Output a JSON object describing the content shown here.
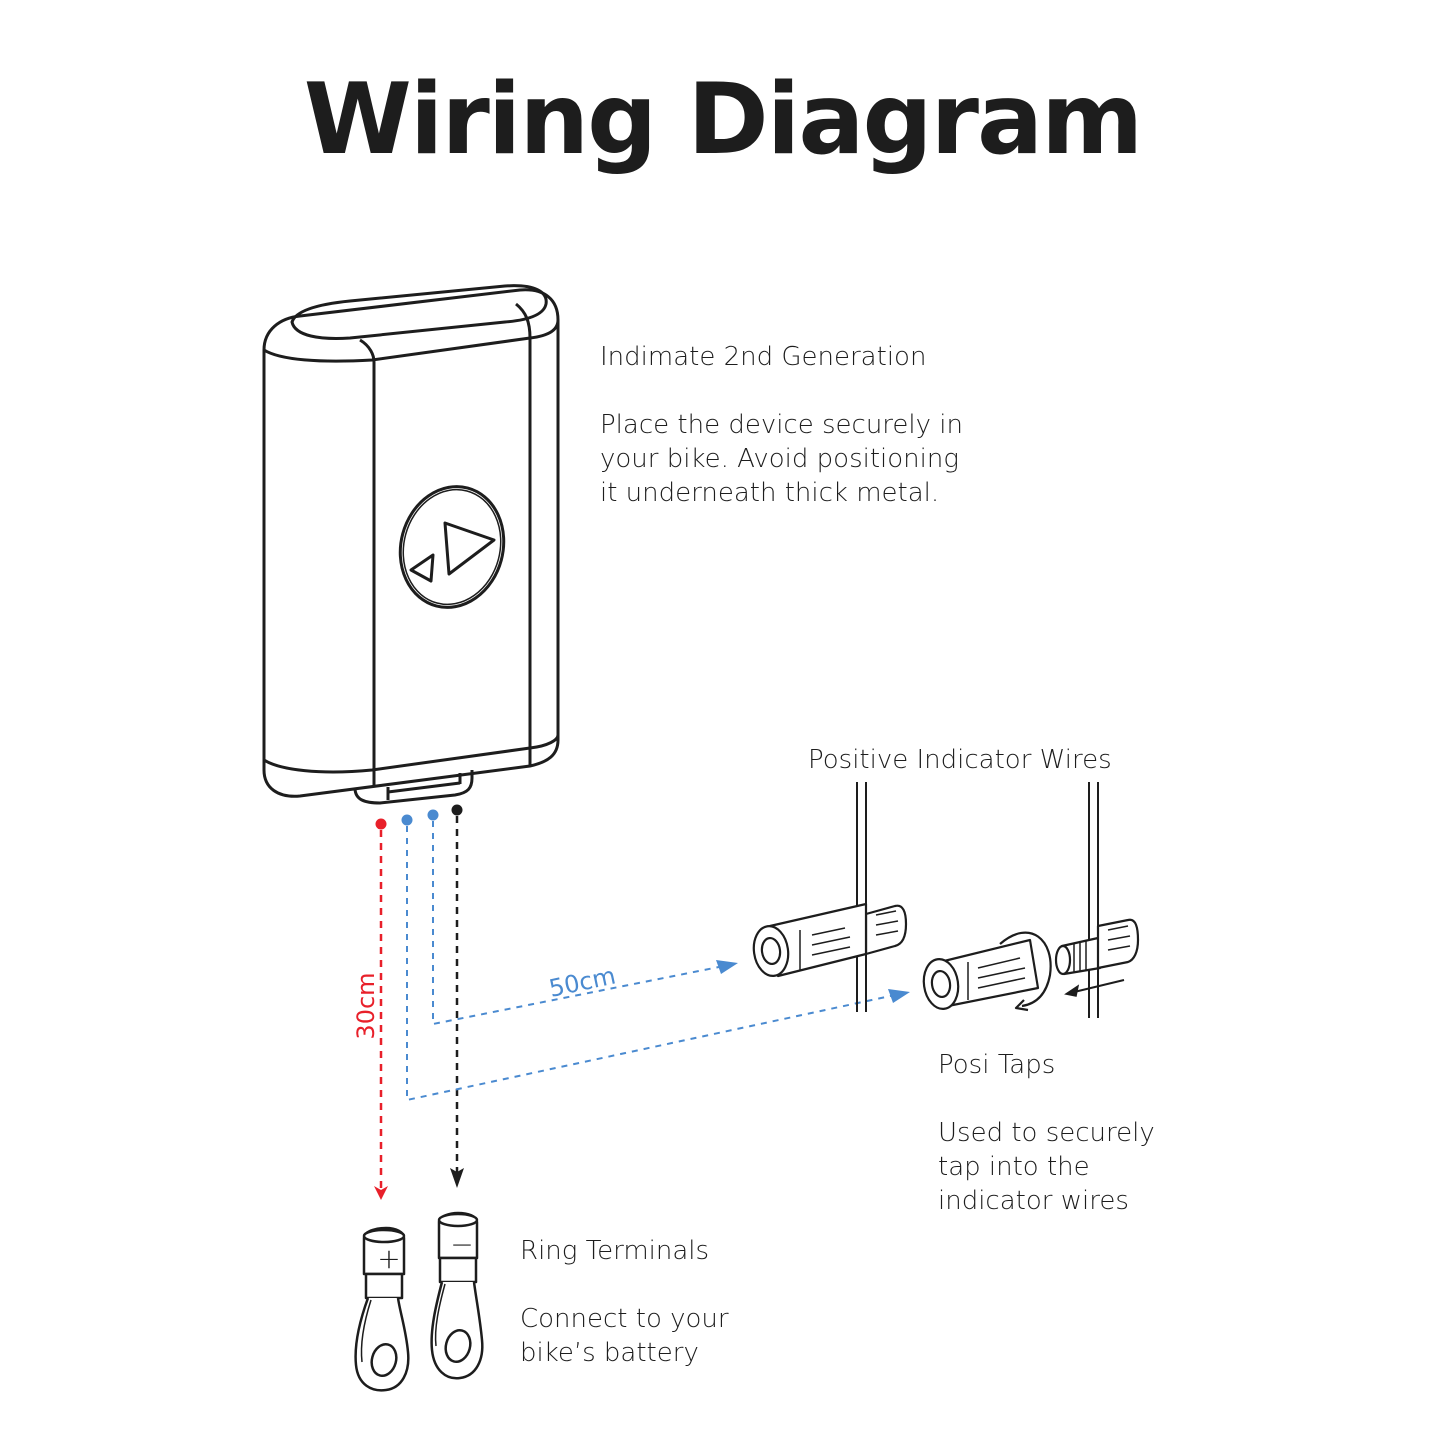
{
  "title": "Wiring Diagram",
  "colors": {
    "text": "#1d1d1d",
    "positive_wire": "#e8202a",
    "indicator_wire": "#4a8ad0",
    "negative_wire": "#1d1d1d"
  },
  "device": {
    "heading": "Indimate 2nd Generation",
    "description": [
      "Place the device securely in",
      "your bike. Avoid positioning",
      "it underneath thick metal."
    ]
  },
  "indicator_wires": {
    "heading": "Positive Indicator Wires"
  },
  "posi_taps": {
    "heading": "Posi Taps",
    "description": [
      "Used to securely",
      "tap into the",
      "indicator wires"
    ]
  },
  "ring_terminals": {
    "heading": "Ring Terminals",
    "description": [
      "Connect to your",
      "bike’s battery"
    ],
    "positive_symbol": "+",
    "negative_symbol": "−"
  },
  "measurements": {
    "battery_wire_length": "30cm",
    "indicator_wire_length": "50cm"
  },
  "icons": {
    "device_button": "left-right-indicator-arrows-icon"
  }
}
